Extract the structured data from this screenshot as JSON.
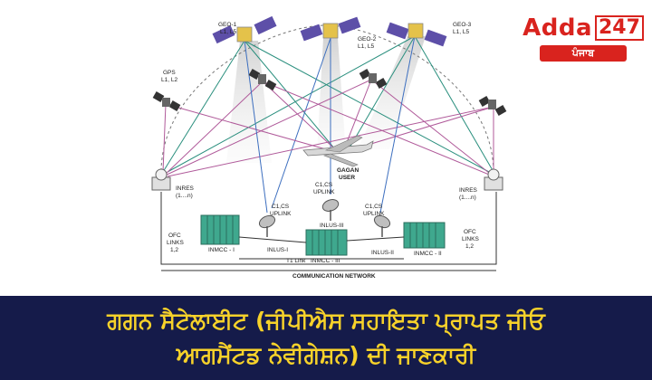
{
  "brand": {
    "word": "Adda",
    "number": "247",
    "region": "ਪੰਜਾਬ",
    "color": "#d9231e"
  },
  "diagram": {
    "sat_labels": {
      "geo1": "GEO-1",
      "geo1_band": "L1, L5",
      "geo2": "GEO-2",
      "geo2_band": "L1, L5",
      "geo3": "GEO-3",
      "geo3_band": "L1, L5",
      "gps": "GPS",
      "gps_band": "L1, L2"
    },
    "gagan_user": "GAGAN",
    "gagan_user2": "USER",
    "inres": "INRES",
    "inres_sub": "(1....n)",
    "c1cs": "C1,CS",
    "uplink": "UPLINK",
    "inlus_iii": "INLUS-III",
    "inlus_i": "INLUS-I",
    "inlus_ii": "INLUS-II",
    "inmcc_i": "INMCC - I",
    "inmcc_iii": "INMCC - III",
    "inmcc_ii": "INMCC - II",
    "ofc": "OFC",
    "links": "LINKS",
    "links_num": "1,2",
    "t1_link": "T1 Link",
    "comm_network": "COMMUNICATION NETWORK"
  },
  "caption": {
    "line1": "ਗਗਨ ਸੈਟੇਲਾਈਟ (ਜੀਪੀਐਸ ਸਹਾਇਤਾ ਪ੍ਰਾਪਤ ਜੀਓ",
    "line2": "ਆਗਮੈਂਟਡ ਨੇਵੀਗੇਸ਼ਨ) ਦੀ ਜਾਣਕਾਰੀ",
    "background": "#151b4a",
    "text_color": "#f7d22a"
  }
}
